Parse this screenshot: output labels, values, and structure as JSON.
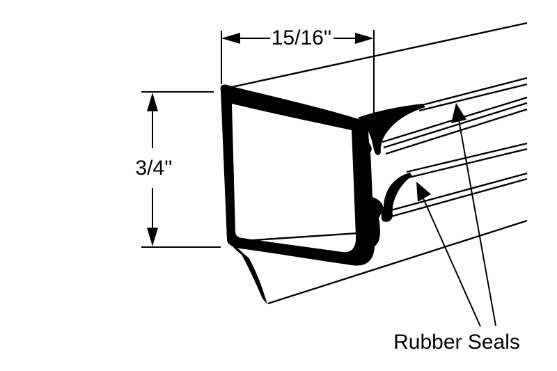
{
  "figure": {
    "background": "#ffffff",
    "ink": "#000000"
  },
  "annotations": {
    "width_dim": "15/16''",
    "height_dim": "3/4''",
    "seals_label": "Rubber Seals"
  }
}
